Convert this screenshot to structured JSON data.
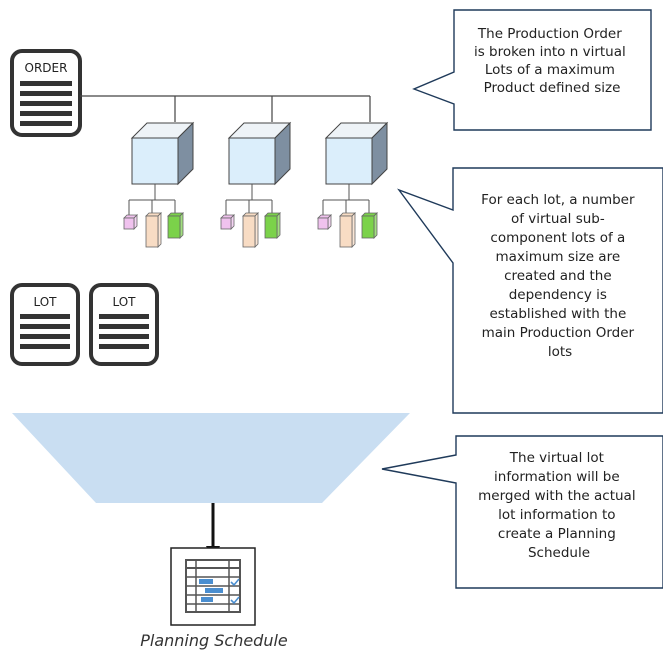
{
  "order_doc": {
    "label": "ORDER"
  },
  "lot_docs": [
    {
      "label": "LOT"
    },
    {
      "label": "LOT"
    }
  ],
  "callouts": [
    {
      "lines": [
        "The Production Order",
        "is broken into n virtual",
        "Lots of a maximum",
        "Product defined size"
      ]
    },
    {
      "lines": [
        "For each lot, a number",
        "of virtual sub-",
        "component lots of a",
        "maximum size are",
        "created and the",
        "dependency is",
        "established with the",
        "main Production Order",
        "lots"
      ]
    },
    {
      "lines": [
        "The virtual lot",
        "information will be",
        "merged with the actual",
        "lot information to",
        "create a Planning",
        "Schedule"
      ]
    }
  ],
  "schedule_label": "Planning Schedule",
  "colors": {
    "cube_front": "#dbeefb",
    "cube_top": "#eef3f7",
    "cube_side": "#7e8fa1",
    "funnel": "#c9def2",
    "callout_border": "#1f3a5a",
    "doc_border": "#333333",
    "sub_pink": "#f0c2ee",
    "sub_peach": "#f8dcc4",
    "sub_green": "#7bd24a"
  }
}
